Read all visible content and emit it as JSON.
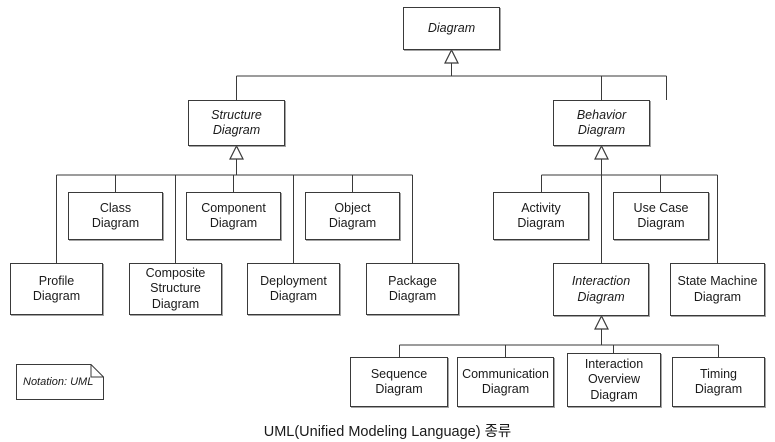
{
  "diagram": {
    "title_caption": "UML(Unified Modeling Language) 종류",
    "note": {
      "label": "Notation: UML",
      "icon": "note-folded-corner-icon"
    },
    "colors": {
      "line": "#3a3a3a",
      "box_border": "#3a3a3a",
      "box_fill": "#ffffff",
      "text": "#1a1a1a",
      "background": "#ffffff",
      "shadow": "#5a5a5a"
    },
    "nodes": {
      "root": {
        "label": "Diagram",
        "abstract": true
      },
      "structure": {
        "label": "Structure\nDiagram",
        "abstract": true
      },
      "behavior": {
        "label": "Behavior\nDiagram",
        "abstract": true
      },
      "class": {
        "label": "Class\nDiagram",
        "abstract": false
      },
      "component": {
        "label": "Component\nDiagram",
        "abstract": false
      },
      "object": {
        "label": "Object\nDiagram",
        "abstract": false
      },
      "profile": {
        "label": "Profile\nDiagram",
        "abstract": false
      },
      "composite_structure": {
        "label": "Composite\nStructure\nDiagram",
        "abstract": false
      },
      "deployment": {
        "label": "Deployment\nDiagram",
        "abstract": false
      },
      "package": {
        "label": "Package\nDiagram",
        "abstract": false
      },
      "activity": {
        "label": "Activity\nDiagram",
        "abstract": false
      },
      "use_case": {
        "label": "Use Case\nDiagram",
        "abstract": false
      },
      "interaction": {
        "label": "Interaction\nDiagram",
        "abstract": true
      },
      "state_machine": {
        "label": "State Machine\nDiagram",
        "abstract": false
      },
      "sequence": {
        "label": "Sequence\nDiagram",
        "abstract": false
      },
      "communication": {
        "label": "Communication\nDiagram",
        "abstract": false
      },
      "interaction_overview": {
        "label": "Interaction\nOverview\nDiagram",
        "abstract": false
      },
      "timing": {
        "label": "Timing\nDiagram",
        "abstract": false
      }
    },
    "hierarchy": {
      "Diagram": [
        "Structure Diagram",
        "Behavior Diagram"
      ],
      "Structure Diagram": [
        "Class Diagram",
        "Component Diagram",
        "Object Diagram",
        "Profile Diagram",
        "Composite Structure Diagram",
        "Deployment Diagram",
        "Package Diagram"
      ],
      "Behavior Diagram": [
        "Activity Diagram",
        "Use Case Diagram",
        "Interaction Diagram",
        "State Machine Diagram"
      ],
      "Interaction Diagram": [
        "Sequence Diagram",
        "Communication Diagram",
        "Interaction Overview Diagram",
        "Timing Diagram"
      ]
    }
  }
}
